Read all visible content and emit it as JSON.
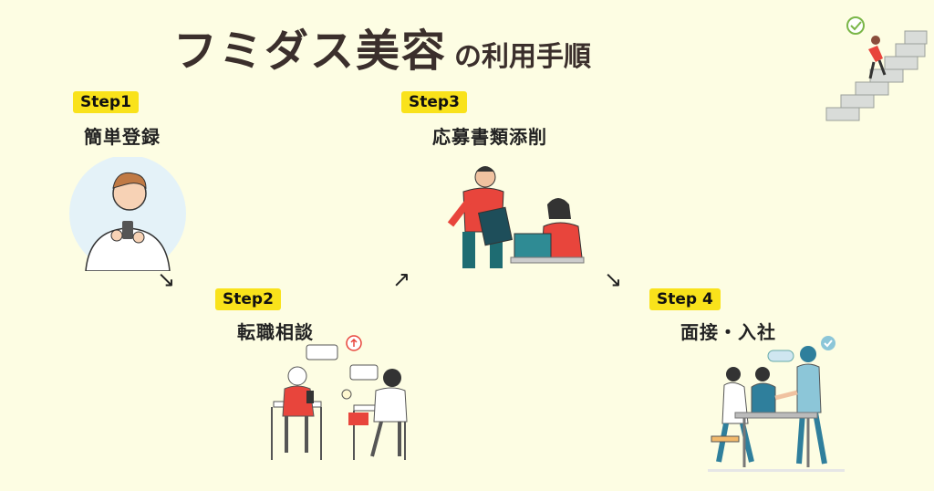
{
  "title": {
    "main": "フミダス美容",
    "sub": "の利用手順"
  },
  "steps": [
    {
      "badge": "Step1",
      "name": "簡単登録"
    },
    {
      "badge": "Step2",
      "name": "転職相談"
    },
    {
      "badge": "Step3",
      "name": "応募書類添削"
    },
    {
      "badge": "Step 4",
      "name": "面接・入社"
    }
  ],
  "arrows": [
    "↘",
    "↗",
    "↘"
  ],
  "colors": {
    "background": "#fdfde3",
    "badge": "#f9e21b",
    "accent": "#e8453c",
    "title": "#3b2f2c"
  }
}
